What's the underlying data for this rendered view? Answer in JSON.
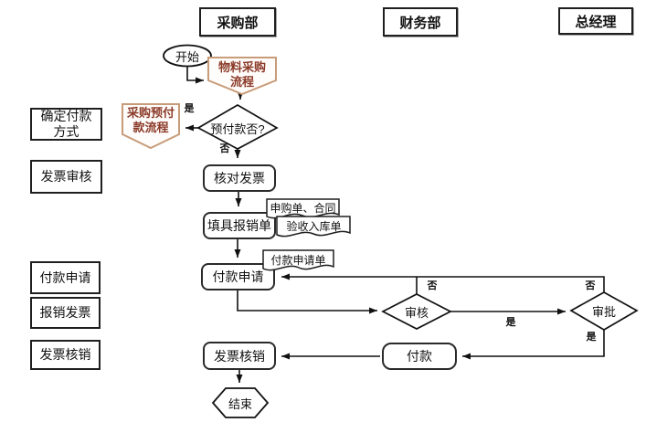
{
  "colors": {
    "line": "#111111",
    "box_border": "#1f1f1f",
    "accent_border": "#c89b79",
    "accent_text": "#8b3a28",
    "background": "#ffffff"
  },
  "lanes": {
    "purchasing": "采购部",
    "finance": "财务部",
    "general_manager": "总经理"
  },
  "stage_labels": [
    "确定付款\n方式",
    "发票审核",
    "付款申请",
    "报销发票",
    "发票核销"
  ],
  "nodes": {
    "start": "开始",
    "material_purchase_process": "物料采购\n流程",
    "prepayment_decision": "预付款否?",
    "prepayment_process": "采购预付\n款流程",
    "verify_invoice": "核对发票",
    "fill_expense_form": "填具报销单",
    "payment_request": "付款申请",
    "review": "审核",
    "approve": "审批",
    "pay": "付款",
    "invoice_writeoff": "发票核销",
    "end": "结束"
  },
  "documents": {
    "purchase_requisition_contract": "申购单、合同",
    "receiving_warehouse_note": "验收入库单",
    "payment_request_form": "付款申请单"
  },
  "edge_labels": {
    "yes": "是",
    "no": "否"
  }
}
